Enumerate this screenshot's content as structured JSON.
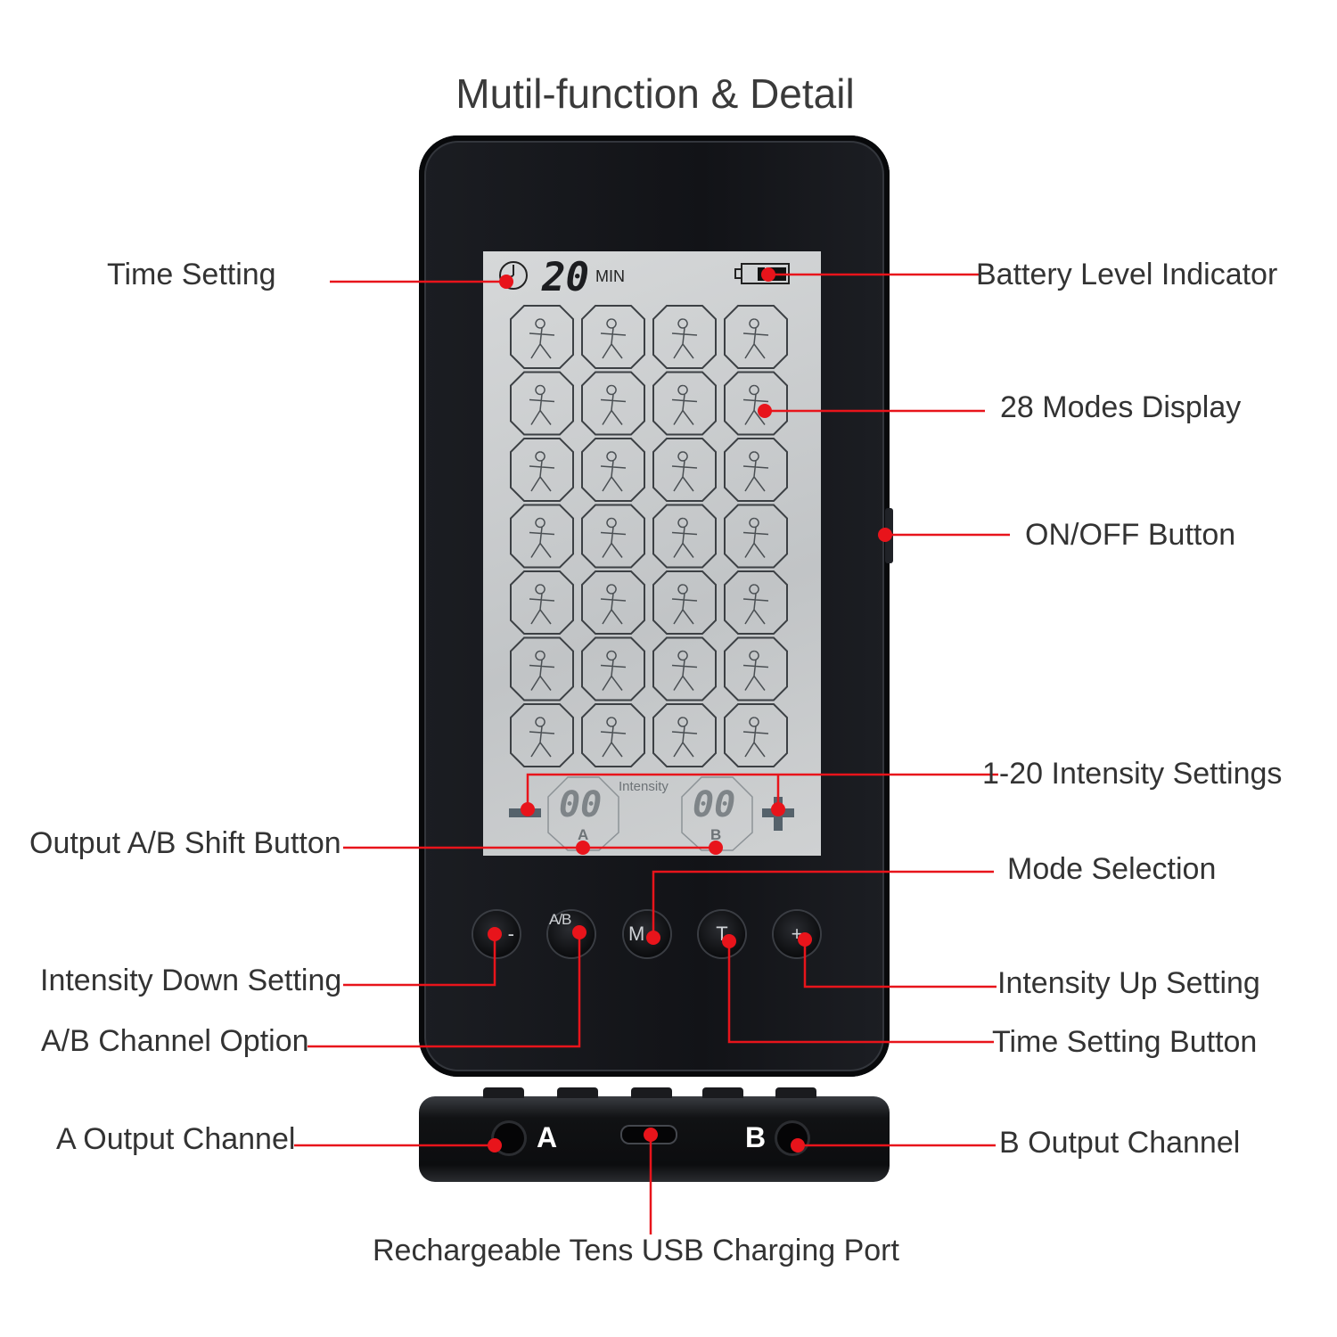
{
  "title": "Mutil-function & Detail",
  "lcd": {
    "timer_value": "20",
    "timer_unit": "MIN",
    "intensity_label": "Intensity",
    "intensity_a": "00",
    "intensity_b": "00",
    "channel_a": "A",
    "channel_b": "B",
    "modes_count": 28,
    "battery_bars": 2
  },
  "buttons": [
    {
      "name": "intensity-down",
      "glyph": "-"
    },
    {
      "name": "ab-channel",
      "glyph": "A/B"
    },
    {
      "name": "mode",
      "glyph": "M"
    },
    {
      "name": "time",
      "glyph": "T"
    },
    {
      "name": "intensity-up",
      "glyph": "+"
    }
  ],
  "base": {
    "port_a": "A",
    "port_b": "B"
  },
  "callouts": {
    "time_setting": "Time Setting",
    "battery": "Battery Level Indicator",
    "modes": "28 Modes Display",
    "onoff": "ON/OFF Button",
    "intensity_settings": "1-20 Intensity Settings",
    "output_shift": "Output A/B Shift Button",
    "mode_selection": "Mode Selection",
    "intensity_down": "Intensity Down Setting",
    "intensity_up": "Intensity Up Setting",
    "ab_channel": "A/B Channel Option",
    "time_button": "Time Setting Button",
    "a_output": "A Output Channel",
    "b_output": "B Output Channel",
    "usb": "Rechargeable Tens USB Charging Port"
  },
  "colors": {
    "callout": "#e8141b",
    "device": "#121317",
    "lcd": "#c9cccd"
  }
}
